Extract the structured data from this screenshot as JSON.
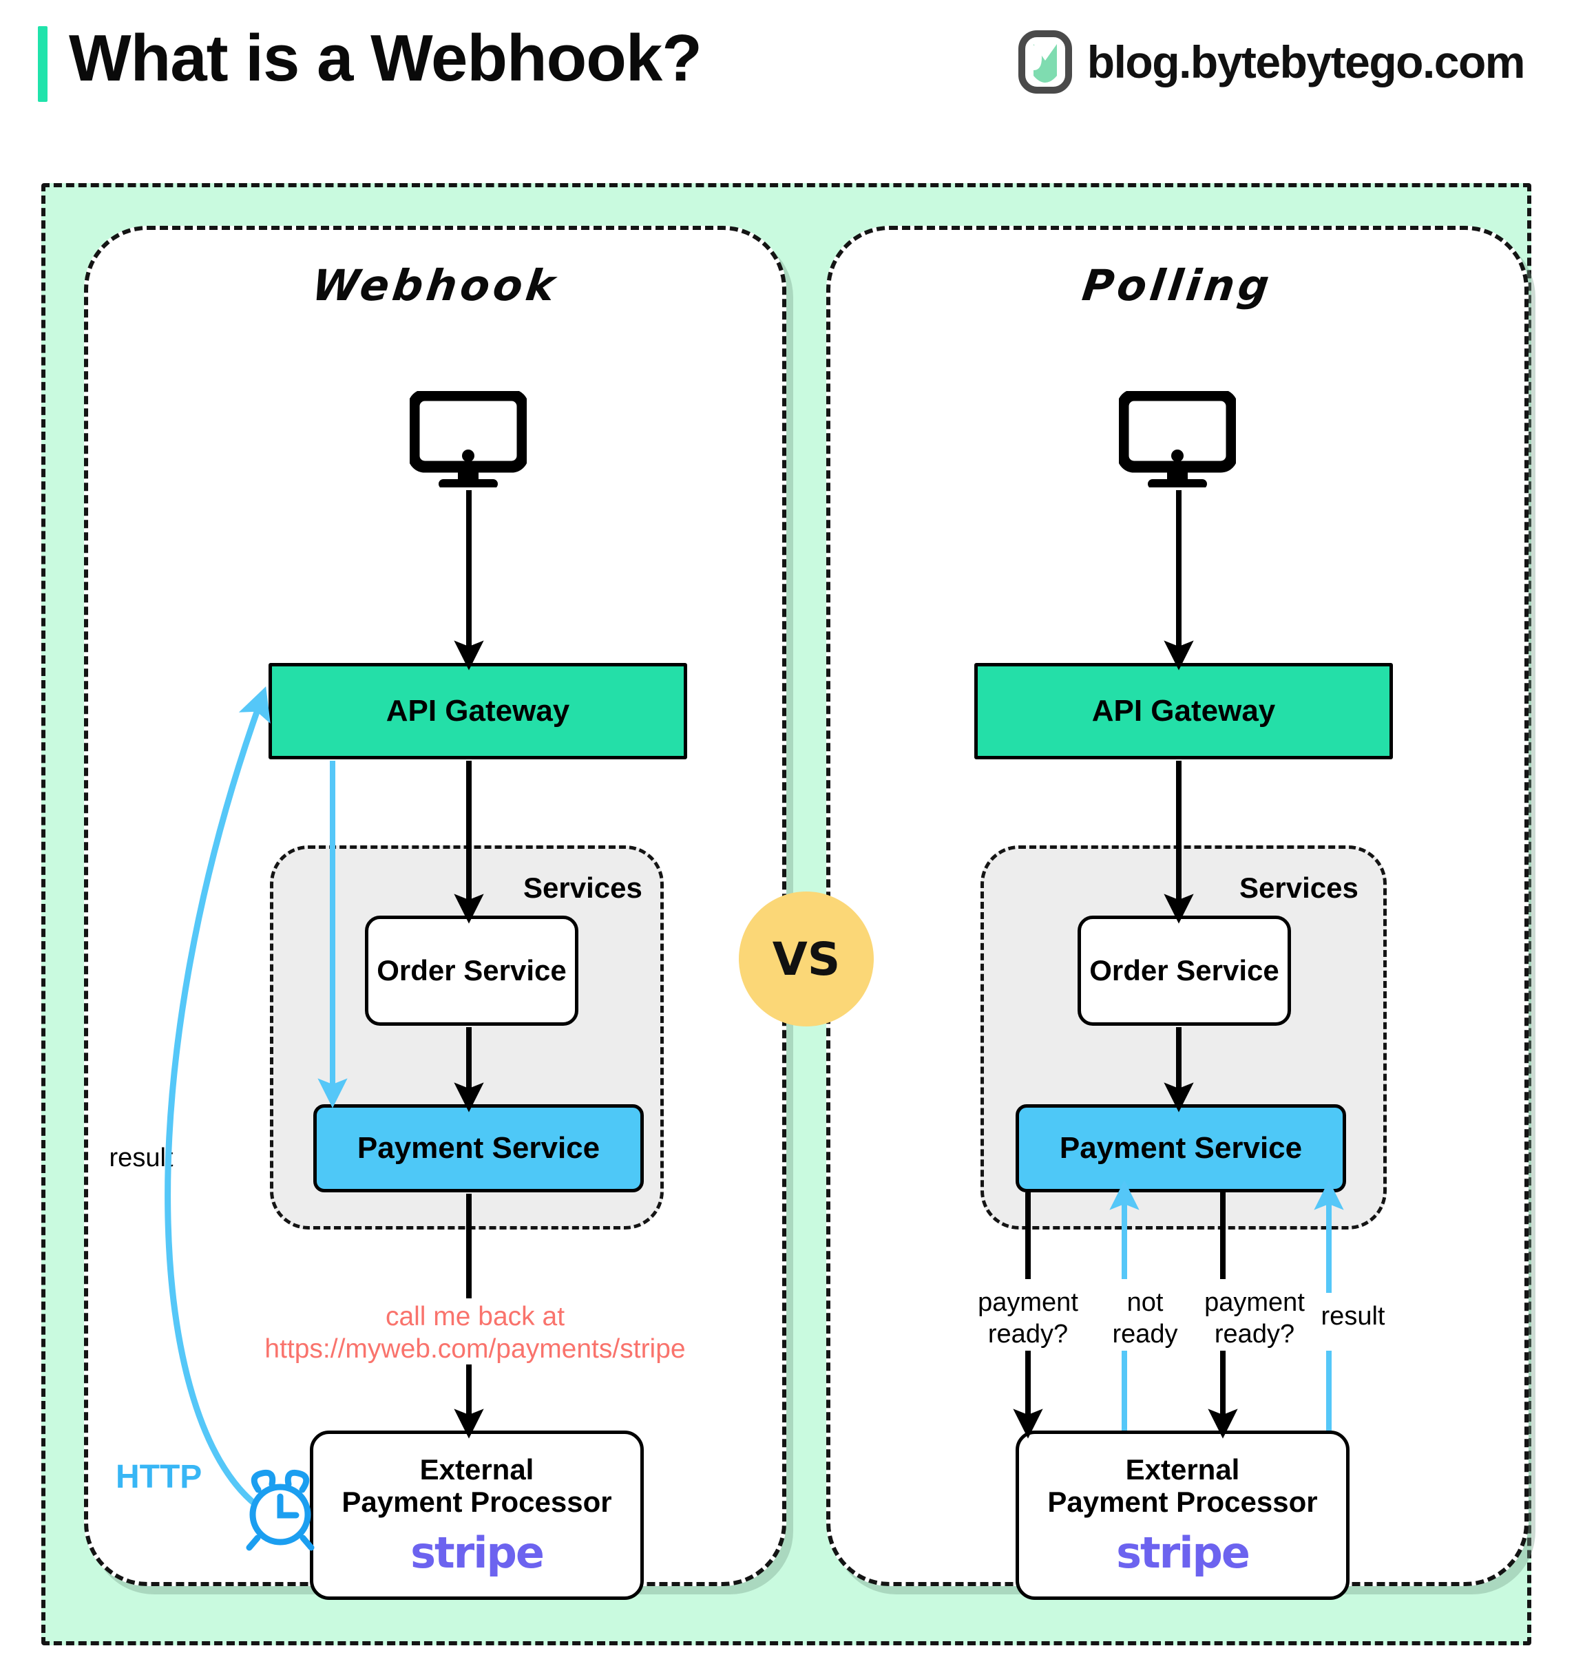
{
  "header": {
    "title": "What is a Webhook?",
    "brand": "blog.bytebytego.com",
    "accent_color": "#20e3ab",
    "logo_icon": "bytebytego-leaf-logo"
  },
  "canvas": {
    "background_color": "#c9fadf",
    "vs_badge": {
      "label": "VS",
      "color": "#fbd777"
    }
  },
  "panels": [
    {
      "id": "webhook",
      "title": "Webhook",
      "nodes": {
        "client": {
          "icon": "desktop-monitor-icon",
          "label": ""
        },
        "api_gateway": {
          "label": "API Gateway",
          "color": "#24dfa8"
        },
        "services_label": "Services",
        "order_service": {
          "label": "Order\nService",
          "color": "#ffffff"
        },
        "payment_service": {
          "label": "Payment Service",
          "color": "#4ec8f7"
        },
        "external_processor": {
          "label": "External\nPayment Processor",
          "vendor": "stripe",
          "vendor_color": "#6c63ef"
        }
      },
      "annotations": {
        "callback": "call me back at\nhttps://myweb.com/payments/stripe",
        "callback_color": "#f9736c",
        "result": "result",
        "http": "HTTP",
        "http_color": "#38b6f5",
        "clock_icon": "alarm-clock-icon"
      }
    },
    {
      "id": "polling",
      "title": "Polling",
      "nodes": {
        "client": {
          "icon": "desktop-monitor-icon",
          "label": ""
        },
        "api_gateway": {
          "label": "API Gateway",
          "color": "#24dfa8"
        },
        "services_label": "Services",
        "order_service": {
          "label": "Order\nService",
          "color": "#ffffff"
        },
        "payment_service": {
          "label": "Payment Service",
          "color": "#4ec8f7"
        },
        "external_processor": {
          "label": "External\nPayment Processor",
          "vendor": "stripe",
          "vendor_color": "#6c63ef"
        }
      },
      "annotations": {
        "poll_1": "payment\nready?",
        "poll_reply_1": "not\nready",
        "poll_2": "payment\nready?",
        "poll_reply_2": "result"
      }
    }
  ]
}
